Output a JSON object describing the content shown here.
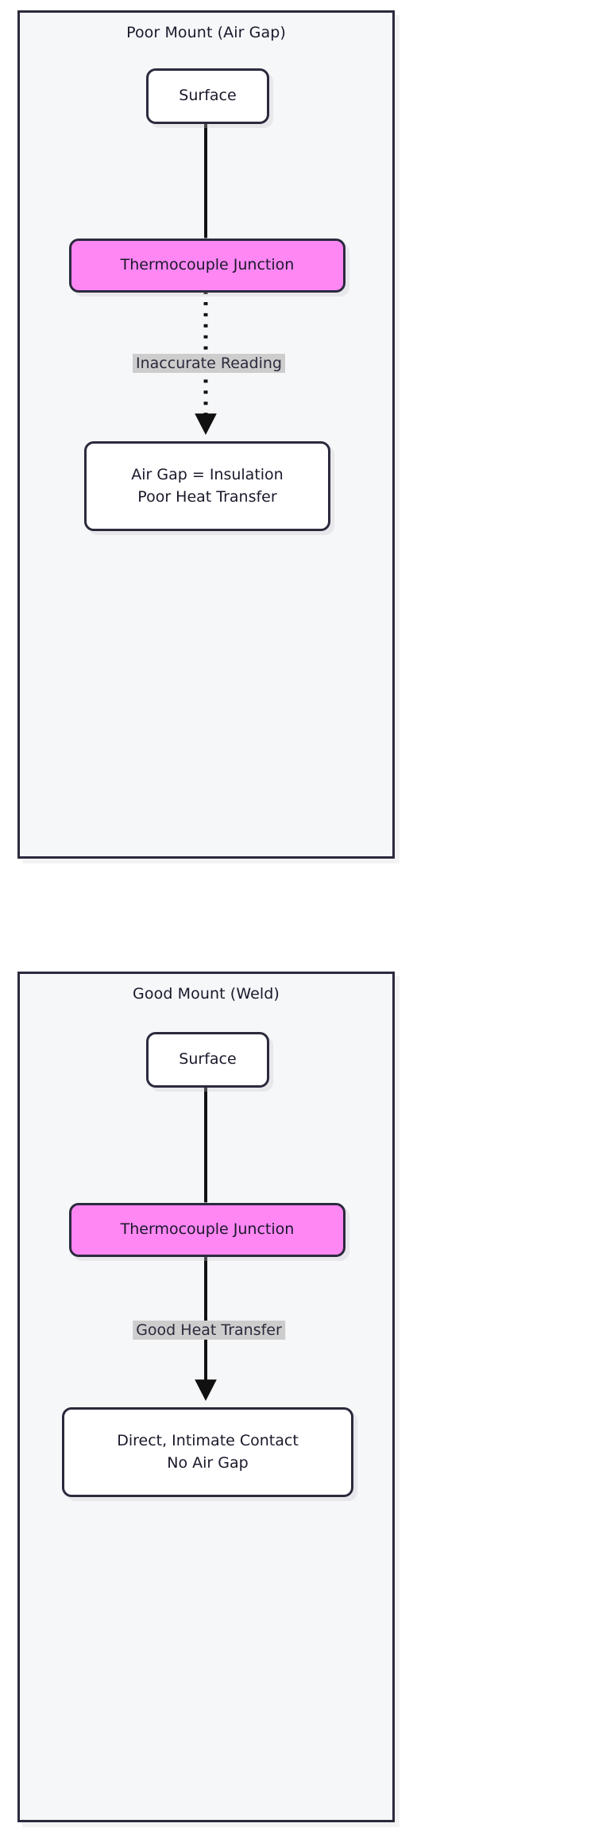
{
  "diagram": {
    "type": "flowchart",
    "direction": "top-down",
    "background": "#ffffff",
    "colors": {
      "subgraph_fill": "#f6f7f9",
      "stroke": "#2b2a3d",
      "node_fill": "#ffffff",
      "highlight_fill": "#ff87f4",
      "edge_label_fill": "#cdcdcd",
      "text": "#19192b"
    },
    "subgraphs": [
      {
        "id": "poor-mount",
        "title": "Poor Mount (Air Gap)",
        "nodes": [
          {
            "id": "poor-surface",
            "label": "Surface",
            "style": "default"
          },
          {
            "id": "poor-junction",
            "label": "Thermocouple Junction",
            "style": "highlight"
          },
          {
            "id": "poor-result",
            "line1": "Air Gap = Insulation",
            "line2": "Poor Heat Transfer",
            "style": "default"
          }
        ],
        "edges": [
          {
            "from": "poor-surface",
            "to": "poor-junction",
            "label": "",
            "line": "solid",
            "arrow": "none"
          },
          {
            "from": "poor-junction",
            "to": "poor-result",
            "label": "Inaccurate Reading",
            "line": "dotted",
            "arrow": "triangle"
          }
        ]
      },
      {
        "id": "good-mount",
        "title": "Good Mount (Weld)",
        "nodes": [
          {
            "id": "good-surface",
            "label": "Surface",
            "style": "default"
          },
          {
            "id": "good-junction",
            "label": "Thermocouple Junction",
            "style": "highlight"
          },
          {
            "id": "good-result",
            "line1": "Direct, Intimate Contact",
            "line2": "No Air Gap",
            "style": "default"
          }
        ],
        "edges": [
          {
            "from": "good-surface",
            "to": "good-junction",
            "label": "",
            "line": "solid",
            "arrow": "none"
          },
          {
            "from": "good-junction",
            "to": "good-result",
            "label": "Good Heat Transfer",
            "line": "solid",
            "arrow": "triangle"
          }
        ]
      }
    ]
  }
}
